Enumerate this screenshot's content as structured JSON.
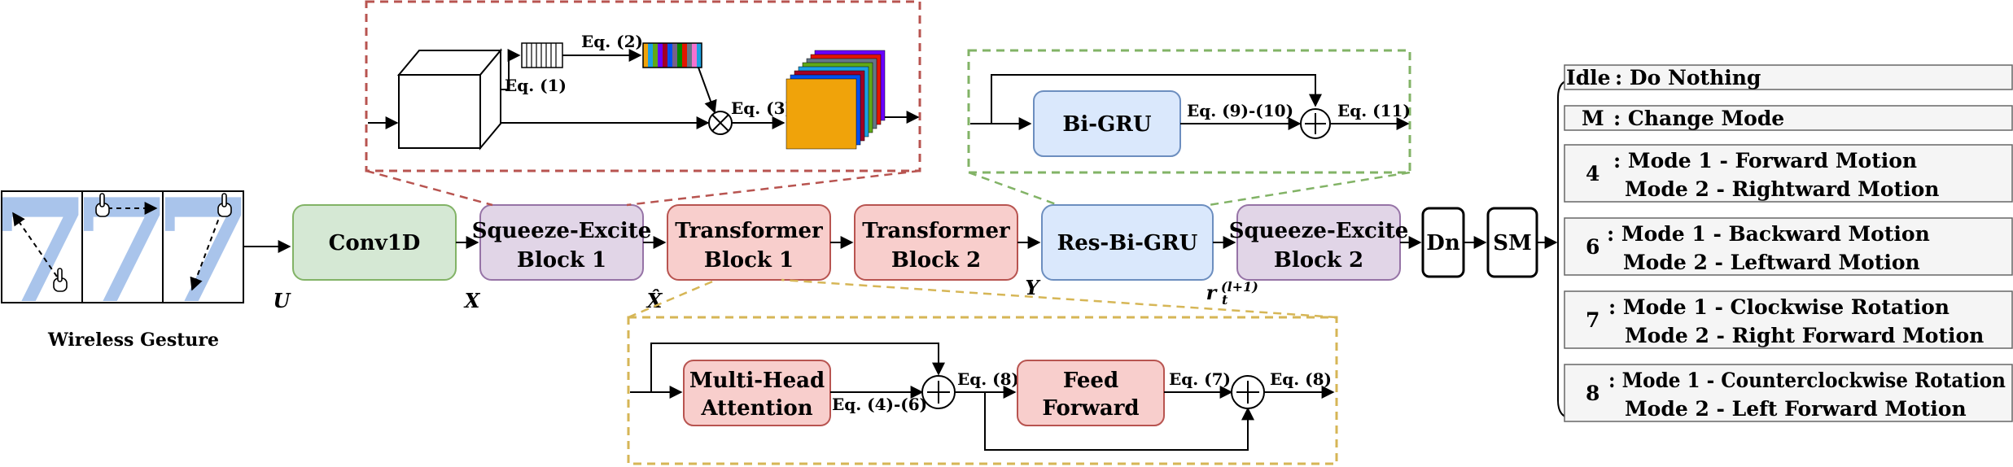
{
  "input": {
    "caption": "Wireless Gesture",
    "digit": "7"
  },
  "blocks": {
    "conv1d": "Conv1D",
    "se1_line1": "Squeeze-Excite",
    "se1_line2": "Block 1",
    "tb1_line1": "Transformer",
    "tb1_line2": "Block 1",
    "tb2_line1": "Transformer",
    "tb2_line2": "Block 2",
    "resbigru": "Res-Bi-GRU",
    "se2_line1": "Squeeze-Excite",
    "se2_line2": "Block 2",
    "dn": "Dn",
    "sm": "SM"
  },
  "variables": {
    "u": "U",
    "x": "X",
    "xhat": "X̂",
    "y": "Y",
    "r": "r",
    "r_sub": "t",
    "r_sup": "(l+1)"
  },
  "se_detail": {
    "eq1": "Eq. (1)",
    "eq2": "Eq. (2)",
    "eq3": "Eq. (3)"
  },
  "gru_detail": {
    "bigru": "Bi-GRU",
    "eq9_10": "Eq. (9)-(10)",
    "eq11": "Eq. (11)"
  },
  "tf_detail": {
    "mha_line1": "Multi-Head",
    "mha_line2": "Attention",
    "eq4_6": "Eq. (4)-(6)",
    "eq8a": "Eq. (8)",
    "ff_line1": "Feed",
    "ff_line2": "Forward",
    "eq7": "Eq. (7)",
    "eq8b": "Eq. (8)"
  },
  "outputs": {
    "idle": {
      "key": "Idle",
      "text": ": Do Nothing"
    },
    "m": {
      "key": "M",
      "text": ": Change Mode"
    },
    "g4": {
      "key": "4",
      "line1": ": Mode 1 - Forward Motion",
      "line2": "Mode 2 - Rightward Motion"
    },
    "g6": {
      "key": "6",
      "line1": ": Mode 1 - Backward Motion",
      "line2": "Mode 2 - Leftward Motion"
    },
    "g7": {
      "key": "7",
      "line1": ": Mode 1 - Clockwise Rotation",
      "line2": "Mode 2 - Right Forward Motion"
    },
    "g8": {
      "key": "8",
      "line1": ": Mode 1 - Counterclockwise Rotation",
      "line2": "Mode 2 - Left Forward Motion"
    }
  },
  "colors": {
    "conv_fill": "#d5e8d4",
    "conv_stroke": "#82b366",
    "se_fill": "#e1d5e7",
    "se_stroke": "#9673a6",
    "tf_fill": "#f8cecc",
    "tf_stroke": "#b85450",
    "gru_fill": "#dae8fc",
    "gru_stroke": "#6c8ebf",
    "digit_fill": "#a9c4eb",
    "red_dash": "#b85450",
    "green_dash": "#82b366",
    "gold_dash": "#d6b656",
    "out_fill": "#f5f5f5",
    "out_stroke": "#666666"
  }
}
